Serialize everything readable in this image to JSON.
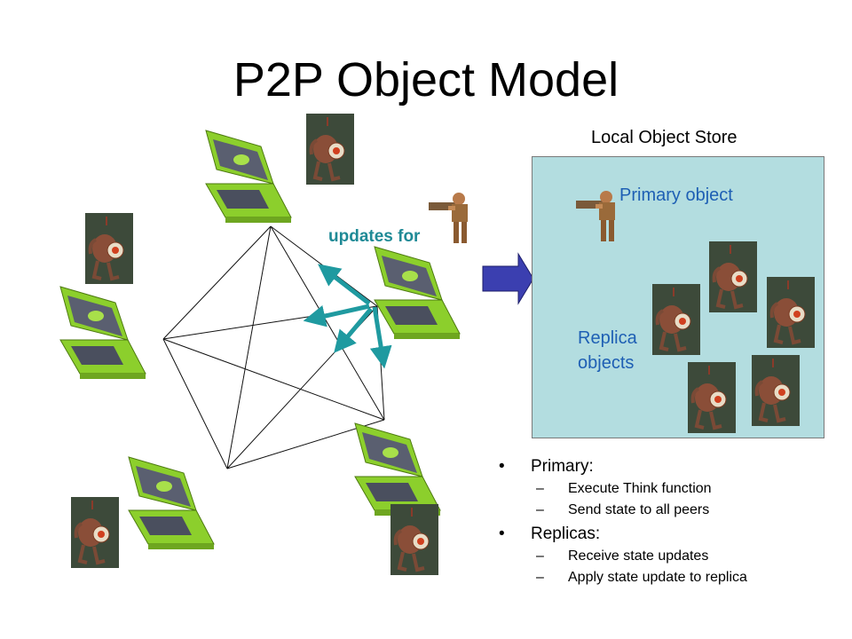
{
  "slide": {
    "title": "P2P Object Model",
    "updates_label": "updates for",
    "store": {
      "label": "Local Object Store",
      "primary_label": "Primary object",
      "replica_label": "Replica objects"
    },
    "bullets": [
      {
        "text": "Primary:",
        "subs": [
          "Execute Think function",
          "Send state to all peers"
        ]
      },
      {
        "text": "Replicas:",
        "subs": [
          "Receive state updates",
          "Apply state update to replica"
        ]
      }
    ]
  },
  "colors": {
    "laptop": "#8ccf2c",
    "store_bg": "#b3dde0",
    "arrow": "#1f9aa0",
    "big_arrow": "#3b3fb0",
    "label_blue": "#1e5fb4"
  },
  "icons": {
    "peer": "laptop-icon",
    "object": "game-character-icon"
  }
}
